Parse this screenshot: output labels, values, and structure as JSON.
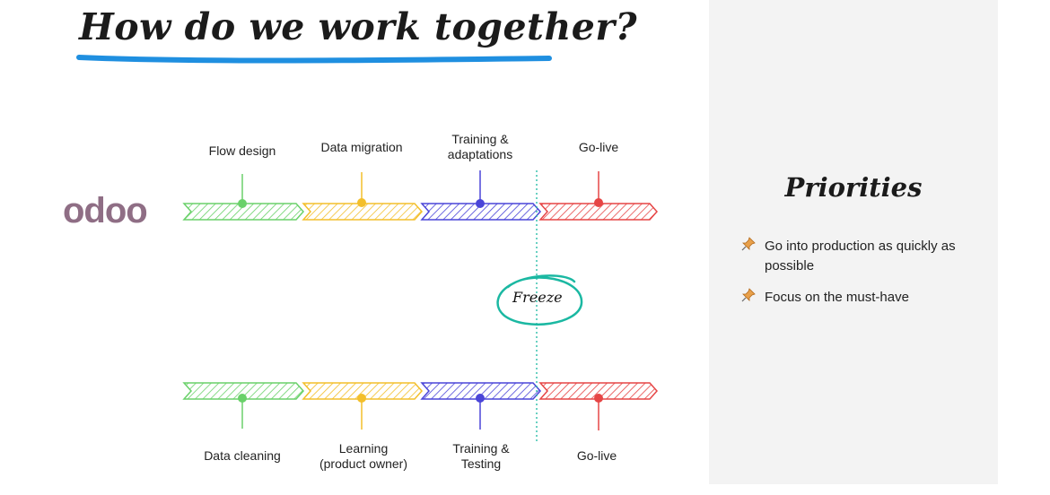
{
  "title": "How do we work together?",
  "logo": "odoo",
  "colors": {
    "green": "#6ad16a",
    "yellow": "#f3bf2b",
    "blue": "#4a45d8",
    "red": "#e64545",
    "freeze": "#1bb8a2",
    "underline": "#1f8fe0"
  },
  "top_phases": [
    "Flow design",
    "Data migration",
    "Training &\nadaptations",
    "Go-live"
  ],
  "bottom_phases": [
    "Data cleaning",
    "Learning\n(product owner)",
    "Training &\nTesting",
    "Go-live"
  ],
  "freeze": "Freeze",
  "priorities": {
    "title": "Priorities",
    "items": [
      "Go into production as quickly as possible",
      "Focus on the must-have"
    ],
    "icon": "pushpin-icon"
  }
}
